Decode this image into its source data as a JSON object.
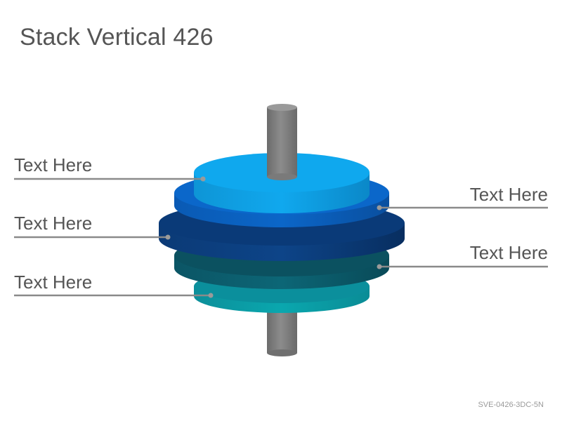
{
  "title": "Stack Vertical 426",
  "footer_code": "SVE-0426-3DC-5N",
  "labels": [
    "Text Here",
    "Text Here",
    "Text Here",
    "Text Here",
    "Text Here"
  ],
  "colors": {
    "disc_1": "#0fa7ec",
    "disc_2": "#0a63c4",
    "disc_3": "#0a3c7c",
    "disc_4": "#0b5e6e",
    "disc_5": "#0aa1a8",
    "rod": "#7a7a7a",
    "connector": "#8a8a8a"
  }
}
